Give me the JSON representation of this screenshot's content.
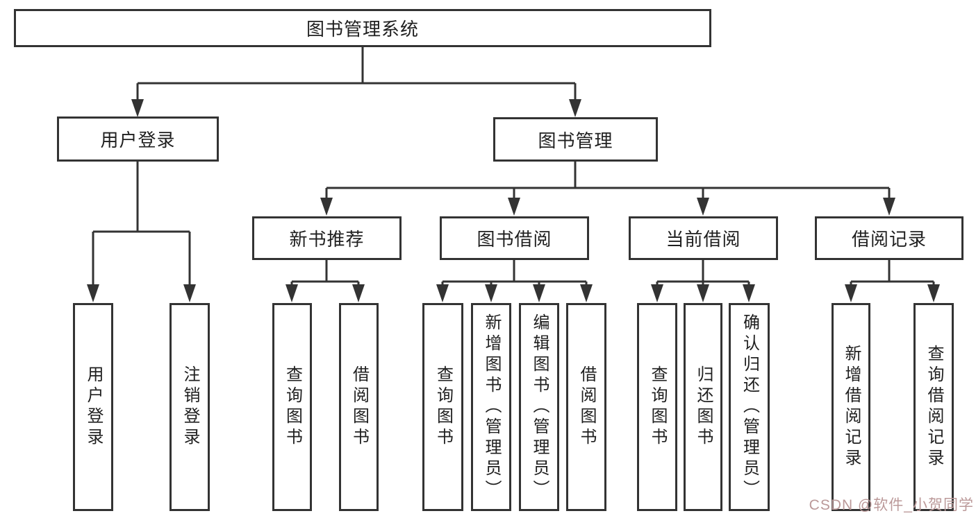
{
  "colors": {
    "line": "#333333",
    "box_border": "#333333",
    "text": "#1f1f1f",
    "watermark": "#bb9999",
    "background": "#ffffff"
  },
  "tree": {
    "root": {
      "label": "图书管理系统"
    },
    "branches": [
      {
        "label": "用户登录",
        "children": [
          {
            "label": "用户登录"
          },
          {
            "label": "注销登录"
          }
        ]
      },
      {
        "label": "图书管理",
        "children": [
          {
            "label": "新书推荐",
            "children": [
              {
                "label": "查询图书"
              },
              {
                "label": "借阅图书"
              }
            ]
          },
          {
            "label": "图书借阅",
            "children": [
              {
                "label": "查询图书"
              },
              {
                "label": "新增图书（管理员）"
              },
              {
                "label": "编辑图书（管理员）"
              },
              {
                "label": "借阅图书"
              }
            ]
          },
          {
            "label": "当前借阅",
            "children": [
              {
                "label": "查询图书"
              },
              {
                "label": "归还图书"
              },
              {
                "label": "确认归还（管理员）"
              }
            ]
          },
          {
            "label": "借阅记录",
            "children": [
              {
                "label": "新增借阅记录"
              },
              {
                "label": "查询借阅记录"
              }
            ]
          }
        ]
      }
    ]
  },
  "watermark": {
    "text": "CSDN @软件_小贺同学"
  }
}
